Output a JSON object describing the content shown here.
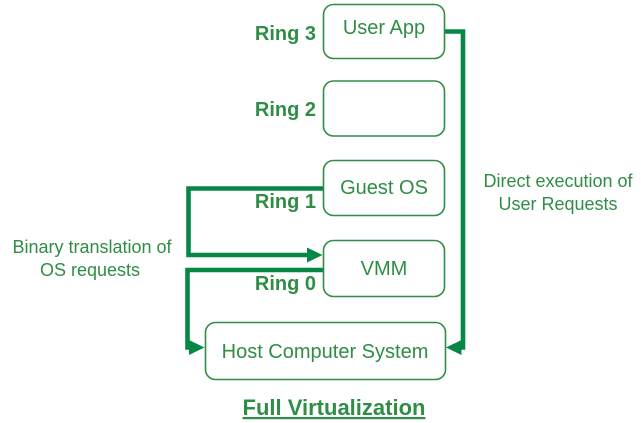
{
  "diagram": {
    "title": "Full Virtualization",
    "ring_labels": [
      "Ring 3",
      "Ring 2",
      "Ring 1",
      "Ring 0"
    ],
    "boxes": {
      "user_app": "User App",
      "ring2_box": "",
      "guest_os": "Guest OS",
      "vmm": "VMM",
      "host": "Host Computer System"
    },
    "annotations": {
      "binary_translation": {
        "line1": "Binary translation of",
        "line2": "OS requests"
      },
      "direct_execution": {
        "line1": "Direct execution of",
        "line2": "User Requests"
      }
    },
    "colors": {
      "text_green": "#2f8d46",
      "line_green": "#078745",
      "background": "#ffffff"
    }
  }
}
